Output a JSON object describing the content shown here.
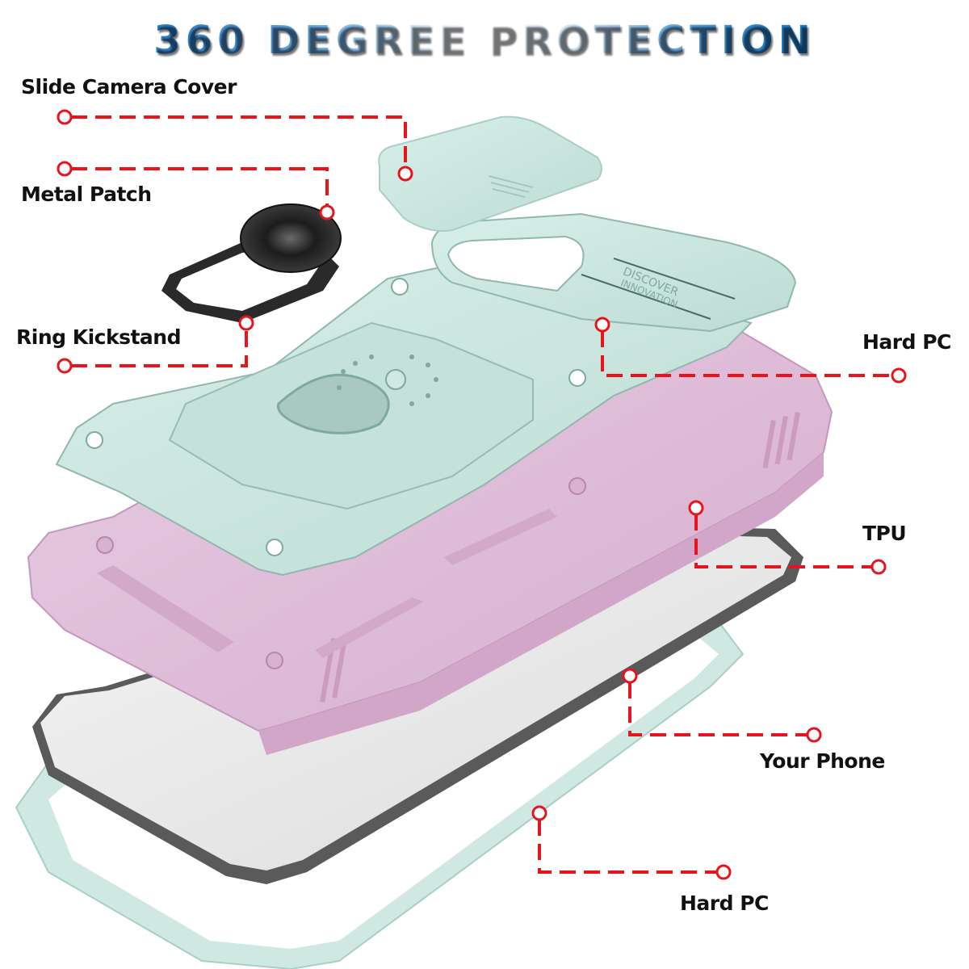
{
  "title": "360 DEGREE PROTECTION",
  "labels": {
    "slide_camera_cover": "Slide Camera Cover",
    "metal_patch": "Metal Patch",
    "ring_kickstand": "Ring Kickstand",
    "hard_pc_top": "Hard PC",
    "tpu": "TPU",
    "your_phone": "Your Phone",
    "hard_pc_bottom": "Hard PC"
  },
  "product_text": {
    "engraving_line1": "DISCOVER",
    "engraving_line2": "INNOVATION"
  },
  "colors": {
    "callout_red": "#e8141c",
    "mint": "#cfe8e2",
    "pink": "#e3c2dc",
    "title_blue": "#3a8fd6"
  }
}
